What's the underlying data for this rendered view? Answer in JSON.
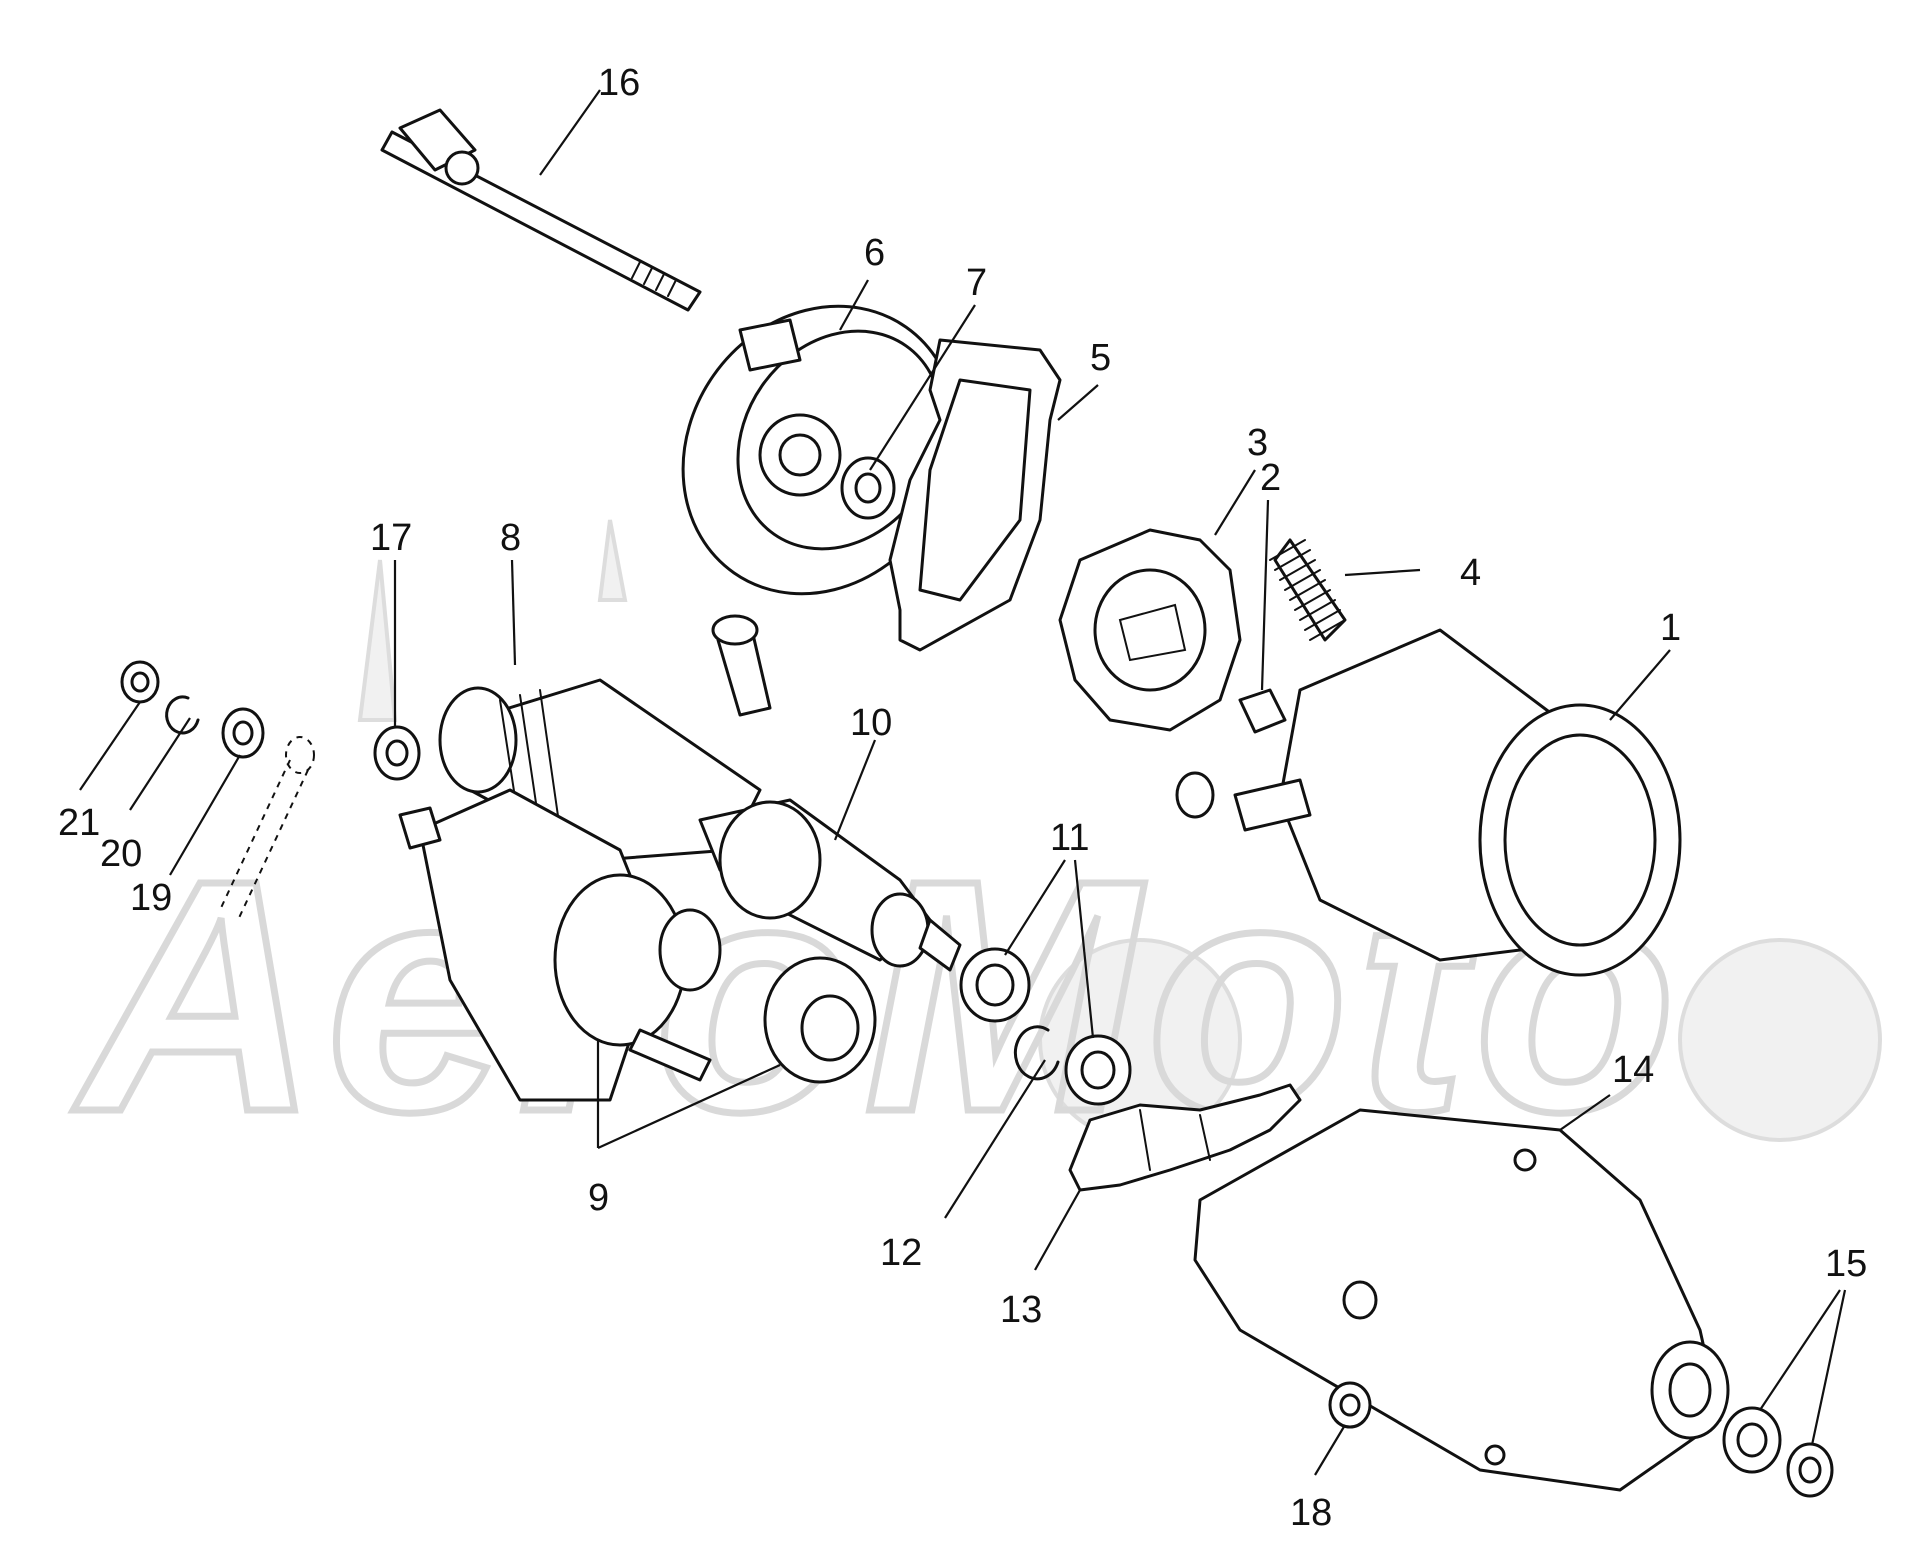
{
  "watermark": {
    "text": "AeroMoto"
  },
  "callouts": [
    {
      "id": "1",
      "label": "1"
    },
    {
      "id": "2",
      "label": "2"
    },
    {
      "id": "3",
      "label": "3"
    },
    {
      "id": "4",
      "label": "4"
    },
    {
      "id": "5",
      "label": "5"
    },
    {
      "id": "6",
      "label": "6"
    },
    {
      "id": "7",
      "label": "7"
    },
    {
      "id": "8",
      "label": "8"
    },
    {
      "id": "9",
      "label": "9"
    },
    {
      "id": "10",
      "label": "10"
    },
    {
      "id": "11",
      "label": "11"
    },
    {
      "id": "12",
      "label": "12"
    },
    {
      "id": "13",
      "label": "13"
    },
    {
      "id": "14",
      "label": "14"
    },
    {
      "id": "15",
      "label": "15"
    },
    {
      "id": "16",
      "label": "16"
    },
    {
      "id": "17",
      "label": "17"
    },
    {
      "id": "18",
      "label": "18"
    },
    {
      "id": "19",
      "label": "19"
    },
    {
      "id": "20",
      "label": "20"
    },
    {
      "id": "21",
      "label": "21"
    }
  ],
  "colors": {
    "ink": "#111111",
    "watermark": "#d9d9d9",
    "background": "#ffffff"
  }
}
